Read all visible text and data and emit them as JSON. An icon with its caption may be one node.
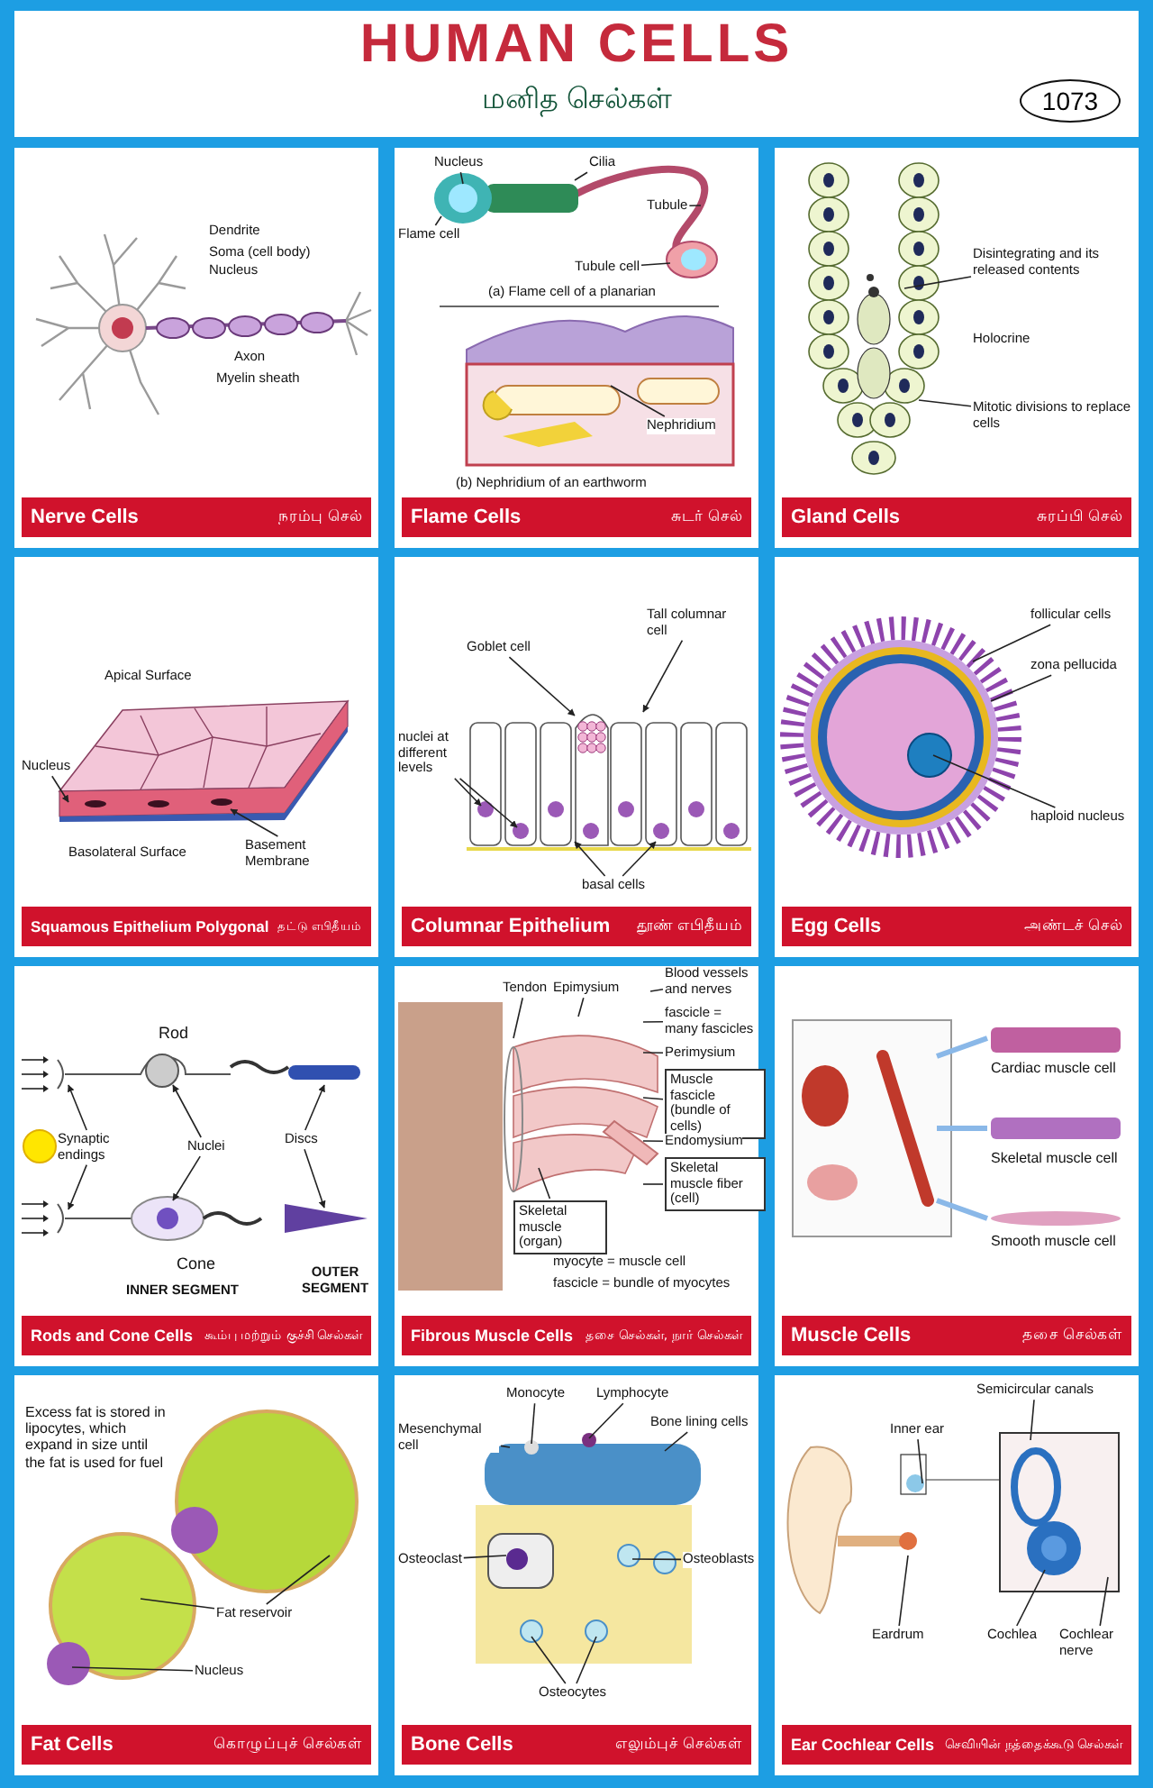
{
  "diagram": {
    "title": "HUMAN CELLS",
    "nodes": [
      {
        "text": [
          "1073"
        ]
      },
      {
        "text": [
          "Nerve Cells",
          "நரம்பு செல்"
        ]
      },
      {
        "text": [
          "Flame Cells",
          "சுடர் செல்"
        ]
      },
      {
        "text": [
          "Gland Cells",
          "சுரப்பி செல்"
        ]
      },
      {
        "text": [
          "Squamous Epithelium Polygonal",
          "தட்டு எபிதீயம்"
        ]
      },
      {
        "text": [
          "Columnar Epithelium",
          "தூண் எபிதீயம்"
        ]
      },
      {
        "text": [
          "Egg Cells",
          "அண்டச் செல்"
        ]
      },
      {
        "text": [
          "Rods and Cone Cells",
          "கூம்பு மற்றும் குச்சி செல்கள்"
        ]
      },
      {
        "text": [
          "Fibrous Muscle Cells",
          "தசை செல்கள், நார் செல்கள்"
        ]
      },
      {
        "text": [
          "Muscle Cells",
          "தசை செல்கள்"
        ]
      },
      {
        "text": [
          "Fat Cells",
          "கொழுப்புச் செல்கள்"
        ]
      },
      {
        "text": [
          "Bone Cells",
          "எலும்புச் செல்கள்"
        ]
      },
      {
        "text": [
          "Ear Cochlear Cells",
          "செவியின் நத்தைக்கூடு செல்கள்"
        ]
      },
      {
        "text": [
          "Nucleus"
        ],
        "in": 2
      },
      {
        "text": [
          "Cilia"
        ],
        "in": 2
      },
      {
        "text": [
          "Flame cell"
        ],
        "in": 2
      },
      {
        "text": [
          "Tubule"
        ],
        "in": 2
      },
      {
        "text": [
          "Tubule cell"
        ],
        "in": 2
      },
      {
        "text": [
          "Nephridium"
        ],
        "in": 2
      },
      {
        "text": [
          "Disintegrating and its released contents"
        ],
        "in": 3
      },
      {
        "text": [
          "Mitotic divisions to replace cells"
        ],
        "in": 3
      },
      {
        "text": [
          "Nucleus"
        ],
        "in": 4
      },
      {
        "text": [
          "Basement Membrane"
        ],
        "in": 4
      },
      {
        "text": [
          "Goblet cell"
        ],
        "in": 5
      },
      {
        "text": [
          "Tall columnar cell"
        ],
        "in": 5
      },
      {
        "text": [
          "nuclei at different levels"
        ],
        "in": 5
      },
      {
        "text": [
          "basal cells"
        ],
        "in": 5
      },
      {
        "text": [
          "follicular cells"
        ],
        "in": 6
      },
      {
        "text": [
          "zona pellucida"
        ],
        "in": 6
      },
      {
        "text": [
          "haploid nucleus"
        ],
        "in": 6
      },
      {
        "text": [
          "Synaptic endings"
        ],
        "in": 7
      },
      {
        "text": [
          "Nuclei"
        ],
        "in": 7
      },
      {
        "text": [
          "Discs"
        ],
        "in": 7
      },
      {
        "text": [
          "Tendon"
        ],
        "in": 8
      },
      {
        "text": [
          "Epimysium"
        ],
        "in": 8
      },
      {
        "text": [
          "Blood vessels and nerves"
        ],
        "in": 8
      },
      {
        "text": [
          "fascicle = many fascicles"
        ],
        "in": 8
      },
      {
        "text": [
          "Perimysium"
        ],
        "in": 8
      },
      {
        "text": [
          "Muscle fascicle (bundle of cells)"
        ],
        "in": 8
      },
      {
        "text": [
          "Endomysium"
        ],
        "in": 8
      },
      {
        "text": [
          "Skeletal muscle (organ)"
        ],
        "in": 8
      },
      {
        "text": [
          "Skeletal muscle fiber (cell)"
        ],
        "in": 8
      },
      {
        "text": [
          "Fat reservoir"
        ],
        "in": 10
      },
      {
        "text": [
          "Nucleus"
        ],
        "in": 10
      },
      {
        "text": [
          "Mesenchymal cell"
        ],
        "in": 11
      },
      {
        "text": [
          "Monocyte"
        ],
        "in": 11
      },
      {
        "text": [
          "Lymphocyte"
        ],
        "in": 11
      },
      {
        "text": [
          "Bone lining cells"
        ],
        "in": 11
      },
      {
        "text": [
          "Osteoclast"
        ],
        "in": 11
      },
      {
        "text": [
          "Osteoblasts"
        ],
        "in": 11
      },
      {
        "text": [
          "Osteocytes"
        ],
        "in": 11
      },
      {
        "text": [
          "Semicircular canals"
        ],
        "in": 12
      },
      {
        "text": [
          "Inner ear"
        ],
        "in": 12
      },
      {
        "text": [
          "Eardrum"
        ],
        "in": 12
      },
      {
        "text": [
          "Cochlea"
        ],
        "in": 12
      },
      {
        "text": [
          "Cochlear nerve"
        ],
        "in": 12
      }
    ],
    "edges": [
      {
        "from": 13,
        "to": null,
        "arrow": "none"
      },
      {
        "from": 14,
        "to": null,
        "arrow": "none"
      },
      {
        "from": 15,
        "to": null,
        "arrow": "none"
      },
      {
        "from": 16,
        "to": null,
        "arrow": "none"
      },
      {
        "from": 17,
        "to": null,
        "arrow": "none"
      },
      {
        "from": 18,
        "to": null,
        "arrow": "none"
      },
      {
        "from": 19,
        "to": null,
        "arrow": "none"
      },
      {
        "from": 20,
        "to": null,
        "arrow": "none"
      },
      {
        "from": 21,
        "to": null,
        "arrow": "to"
      },
      {
        "from": 22,
        "to": null,
        "arrow": "to"
      },
      {
        "from": 23,
        "to": null,
        "arrow": "to"
      },
      {
        "from": 24,
        "to": null,
        "arrow": "to"
      },
      {
        "from": 25,
        "to": null,
        "arrow": "to"
      },
      {
        "from": 25,
        "to": null,
        "arrow": "to"
      },
      {
        "from": 26,
        "to": null,
        "arrow": "to"
      },
      {
        "from": 26,
        "to": null,
        "arrow": "to"
      },
      {
        "from": 27,
        "to": null,
        "arrow": "none"
      },
      {
        "from": 28,
        "to": null,
        "arrow": "none"
      },
      {
        "from": 29,
        "to": null,
        "arrow": "none"
      },
      {
        "from": 30,
        "to": null,
        "arrow": "to"
      },
      {
        "from": 30,
        "to": null,
        "arrow": "to"
      },
      {
        "from": 31,
        "to": null,
        "arrow": "to"
      },
      {
        "from": 31,
        "to": null,
        "arrow": "to"
      },
      {
        "from": 32,
        "to": null,
        "arrow": "to"
      },
      {
        "from": 32,
        "to": null,
        "arrow": "to"
      },
      {
        "from": 33,
        "to": null,
        "arrow": "none"
      },
      {
        "from": 34,
        "to": null,
        "arrow": "none"
      },
      {
        "from": 35,
        "to": null,
        "arrow": "none"
      },
      {
        "from": 36,
        "to": null,
        "arrow": "none"
      },
      {
        "from": 37,
        "to": null,
        "arrow": "none"
      },
      {
        "from": 38,
        "to": null,
        "arrow": "none"
      },
      {
        "from": 39,
        "to": null,
        "arrow": "none"
      },
      {
        "from": 40,
        "to": null,
        "arrow": "none"
      },
      {
        "from": 41,
        "to": null,
        "arrow": "none"
      },
      {
        "from": 42,
        "to": null,
        "arrow": "none"
      },
      {
        "from": 42,
        "to": null,
        "arrow": "none"
      },
      {
        "from": 43,
        "to": null,
        "arrow": "none"
      },
      {
        "from": 44,
        "to": null,
        "arrow": "none"
      },
      {
        "from": 45,
        "to": null,
        "arrow": "none"
      },
      {
        "from": 46,
        "to": null,
        "arrow": "none"
      },
      {
        "from": 47,
        "to": null,
        "arrow": "none"
      },
      {
        "from": 48,
        "to": null,
        "arrow": "none"
      },
      {
        "from": 49,
        "to": null,
        "arrow": "none"
      },
      {
        "from": 50,
        "to": null,
        "arrow": "none"
      },
      {
        "from": 50,
        "to": null,
        "arrow": "none"
      },
      {
        "from": 51,
        "to": null,
        "arrow": "none"
      },
      {
        "from": 52,
        "to": null,
        "arrow": "none"
      },
      {
        "from": 53,
        "to": null,
        "arrow": "none"
      },
      {
        "from": 54,
        "to": null,
        "arrow": "none"
      },
      {
        "from": 55,
        "to": null,
        "arrow": "none"
      }
    ],
    "labels": [
      "மனித செல்கள்",
      "Dendrite",
      "Soma (cell body)",
      "Nucleus",
      "Axon",
      "Myelin sheath",
      "(a) Flame cell of a planarian",
      "(b) Nephridium of an earthworm",
      "Holocrine",
      "Apical Surface",
      "Basolateral Surface",
      "Rod",
      "Cone",
      "INNER SEGMENT",
      "OUTER SEGMENT",
      "myocyte = muscle cell",
      "fascicle = bundle of myocytes",
      "Cardiac muscle cell",
      "Skeletal muscle cell",
      "Smooth muscle cell",
      "Excess fat is stored in lipocytes, which expand in size until the fat is used for fuel"
    ]
  }
}
